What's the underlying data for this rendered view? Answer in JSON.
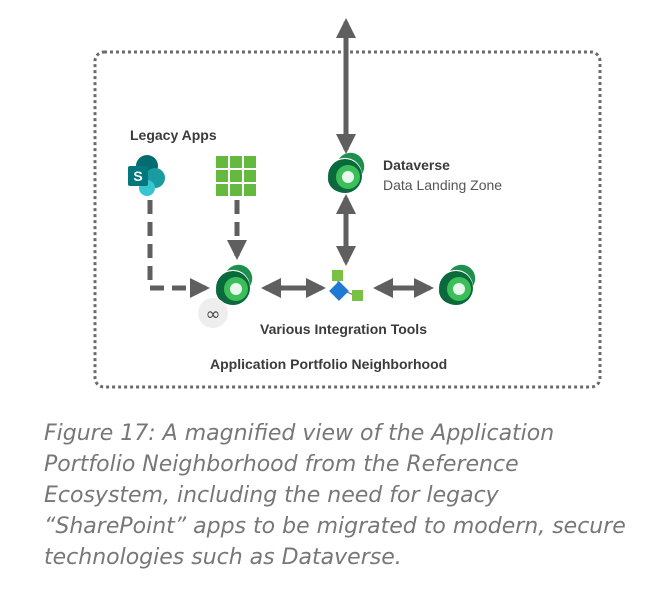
{
  "labels": {
    "legacy_apps": "Legacy Apps",
    "dataverse_title": "Dataverse",
    "dataverse_subtitle": "Data Landing Zone",
    "integration_tools": "Various Integration Tools",
    "neighborhood": "Application Portfolio Neighborhood",
    "infinity_symbol": "∞"
  },
  "caption": "Figure 17: A magnified view of the Application Portfolio Neighborhood from the Reference Ecosystem, including the need for legacy “SharePoint” apps to be migrated to modern, secure technologies such as Dataverse.",
  "colors": {
    "border": "#6b6b6b",
    "arrow": "#5f5f5f",
    "dataverse_dark": "#0b6a3b",
    "dataverse_light": "#3cbf5a",
    "sharepoint_dark": "#036c70",
    "sharepoint_light": "#37c6d0",
    "grid_green": "#66b93f",
    "integration_blue": "#1f7ad4",
    "integration_green": "#7ac143"
  },
  "icons": {
    "sharepoint": "sharepoint-icon",
    "grid": "app-grid-icon",
    "dataverse": "dataverse-icon",
    "integration": "integration-icon",
    "infinity": "infinity-icon"
  }
}
